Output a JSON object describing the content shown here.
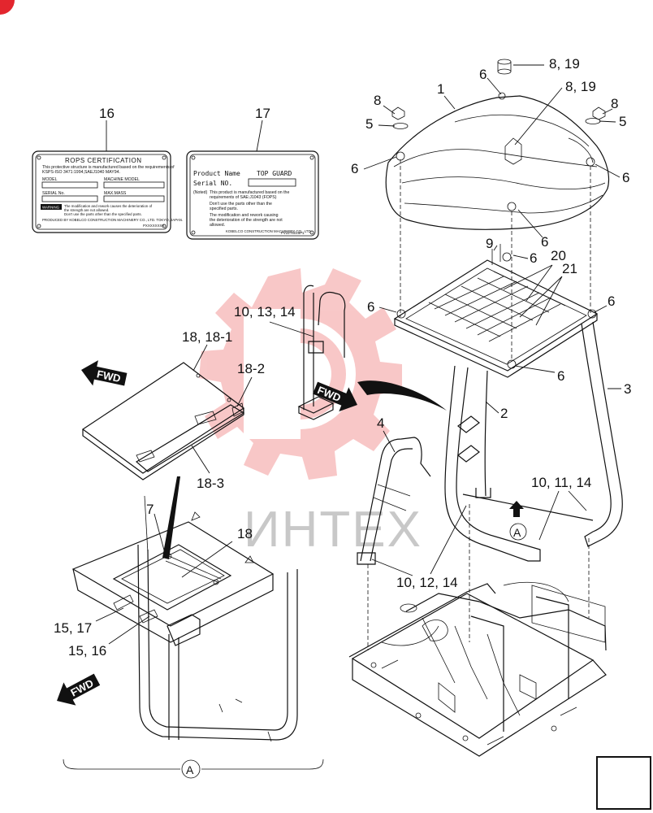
{
  "watermark": {
    "text": "ИНТЕХ"
  },
  "plates": {
    "rops": {
      "title": "ROPS CERTIFICATION",
      "line1": "This protective structure is manufactured based on the requirements of",
      "line2": "KSPS-ISO 3471:1994,SAEJ1040 MAY94.",
      "model": "MODEL",
      "machine_model": "MACHINE MODEL",
      "serial": "SERIAL No.",
      "max_mass": "MAX.MASS",
      "warning": "WARNING",
      "warn1": "The modification and rework causes the deterioration of",
      "warn2": "the strength are not allowed.",
      "warn3": "Don't use the parts other than the specified parts.",
      "produced": "PRODUCED BY KOBELCO CONSTRUCTION MACHINERY CO., LTD. TOKYO, JAPAN.",
      "code": "PXXXXXXXX"
    },
    "topguard": {
      "product_name_label": "Product Name",
      "product_name": "TOP GUARD",
      "serial_label": "Serial NO.",
      "noted": "(Noted)",
      "note1": "This product is manufactured based on the",
      "note2": "requirements of SAE:J1043 (FOPS)",
      "note3": "Don't use the parts other than the",
      "note4": "specified parts.",
      "note5": "The modification and rework causing",
      "note6": "the deterioration of the strength are not",
      "note7": "allowed.",
      "maker": "KOBELCO CONSTRUCTION MACHINERY CO., LTD.",
      "code": "PV22T6015P1"
    }
  },
  "fwd_labels": [
    "FWD",
    "FWD",
    "FWD"
  ],
  "view_marks": {
    "a1": "A",
    "a2": "A"
  },
  "callouts": {
    "c16": "16",
    "c17": "17",
    "c1": "1",
    "c6a": "6",
    "c8_19a": "8, 19",
    "c8_19b": "8, 19",
    "c8a": "8",
    "c5a": "5",
    "c8b": "8",
    "c5b": "5",
    "c6b": "6",
    "c6c": "6",
    "c6d": "6",
    "c9": "9",
    "c6e": "6",
    "c20": "20",
    "c21": "21",
    "c6f": "6",
    "c6g": "6",
    "c6h": "6",
    "c10_13_14": "10, 13, 14",
    "c18_18_1": "18, 18-1",
    "c18_2": "18-2",
    "c3": "3",
    "c2": "2",
    "c4": "4",
    "c18_3": "18-3",
    "c10_11_14": "10, 11, 14",
    "c7": "7",
    "c18": "18",
    "c10_12_14": "10, 12, 14",
    "c15_17": "15, 17",
    "c15_16": "15, 16"
  }
}
